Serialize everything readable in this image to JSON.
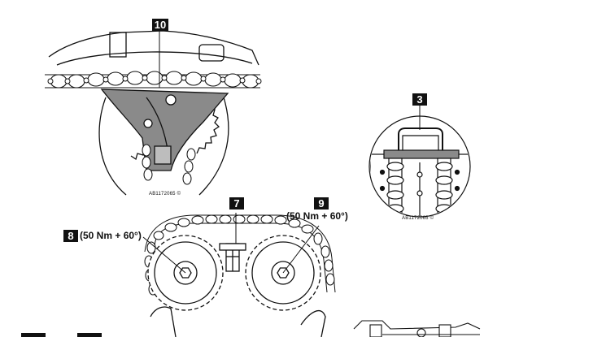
{
  "callouts": {
    "tensioner": "10",
    "tool": "3",
    "left_bolt": "8",
    "center_tool": "7",
    "right_bolt": "9"
  },
  "torque": {
    "left": "(50 Nm + 60°)",
    "right": "(50 Nm + 60°)"
  },
  "refs": {
    "top_left": "AB1172065 ©",
    "right": "AB1172065 ©"
  }
}
